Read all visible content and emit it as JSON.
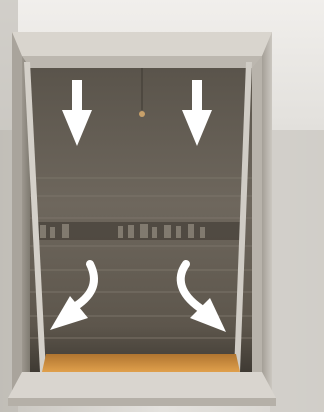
{
  "scene": {
    "subject": "window-opening-airflow-illustration",
    "arrows": {
      "straight_down": 2,
      "curved_outward": 2,
      "color": "#ffffff"
    },
    "colors": {
      "wall_light": "#e6e4e0",
      "wall_shadow": "#b3b0aa",
      "frame": "#cdc9c2",
      "frame_shadow": "#8f8a82",
      "interior_dark": "#4f4a43",
      "interior_mid": "#6b655c",
      "blind_slat": "#7a736a",
      "floor_glow": "#c88a3a",
      "sill": "#d8d4ce"
    }
  }
}
